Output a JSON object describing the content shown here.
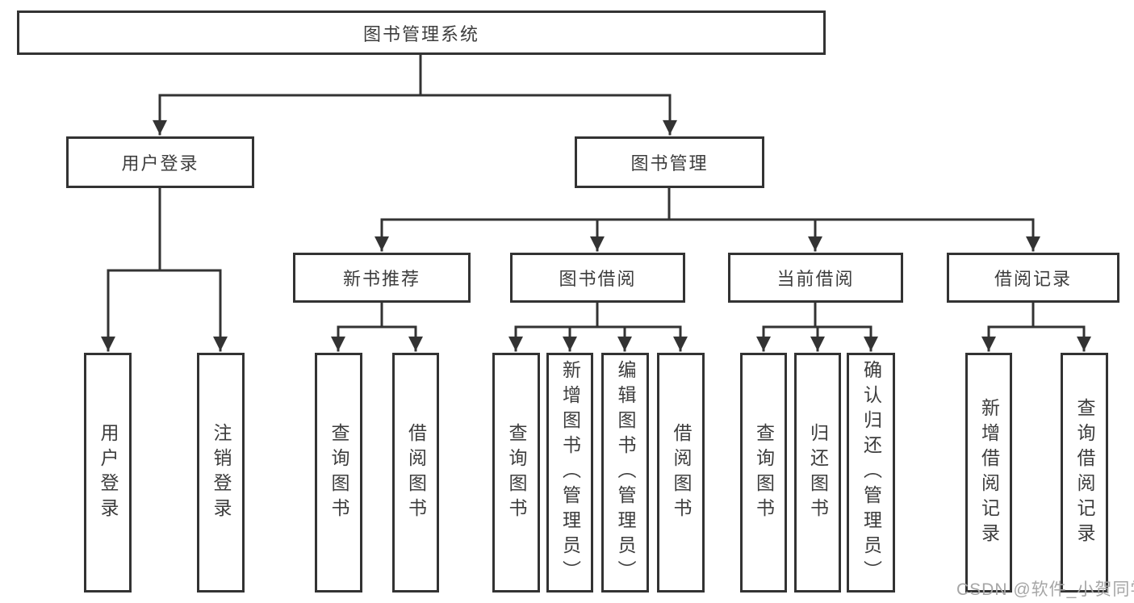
{
  "diagram": {
    "root": {
      "label": "图书管理系统"
    },
    "level2": [
      {
        "label": "用户登录"
      },
      {
        "label": "图书管理"
      }
    ],
    "level3": [
      {
        "label": "新书推荐"
      },
      {
        "label": "图书借阅"
      },
      {
        "label": "当前借阅"
      },
      {
        "label": "借阅记录"
      }
    ],
    "leaves": [
      {
        "label": "用户登录"
      },
      {
        "label": "注销登录"
      },
      {
        "label": "查询图书"
      },
      {
        "label": "借阅图书"
      },
      {
        "label": "查询图书"
      },
      {
        "label": "新增图书（管理员）"
      },
      {
        "label": "编辑图书（管理员）"
      },
      {
        "label": "借阅图书"
      },
      {
        "label": "查询图书"
      },
      {
        "label": "归还图书"
      },
      {
        "label": "确认归还（管理员）"
      },
      {
        "label": "新增借阅记录"
      },
      {
        "label": "查询借阅记录"
      }
    ],
    "watermark": "CSDN @软件_小贺同学",
    "colors": {
      "line": "#333333",
      "text": "#3d3d3d",
      "watermark_text": "#a6a6a6",
      "background": "#ffffff"
    }
  }
}
